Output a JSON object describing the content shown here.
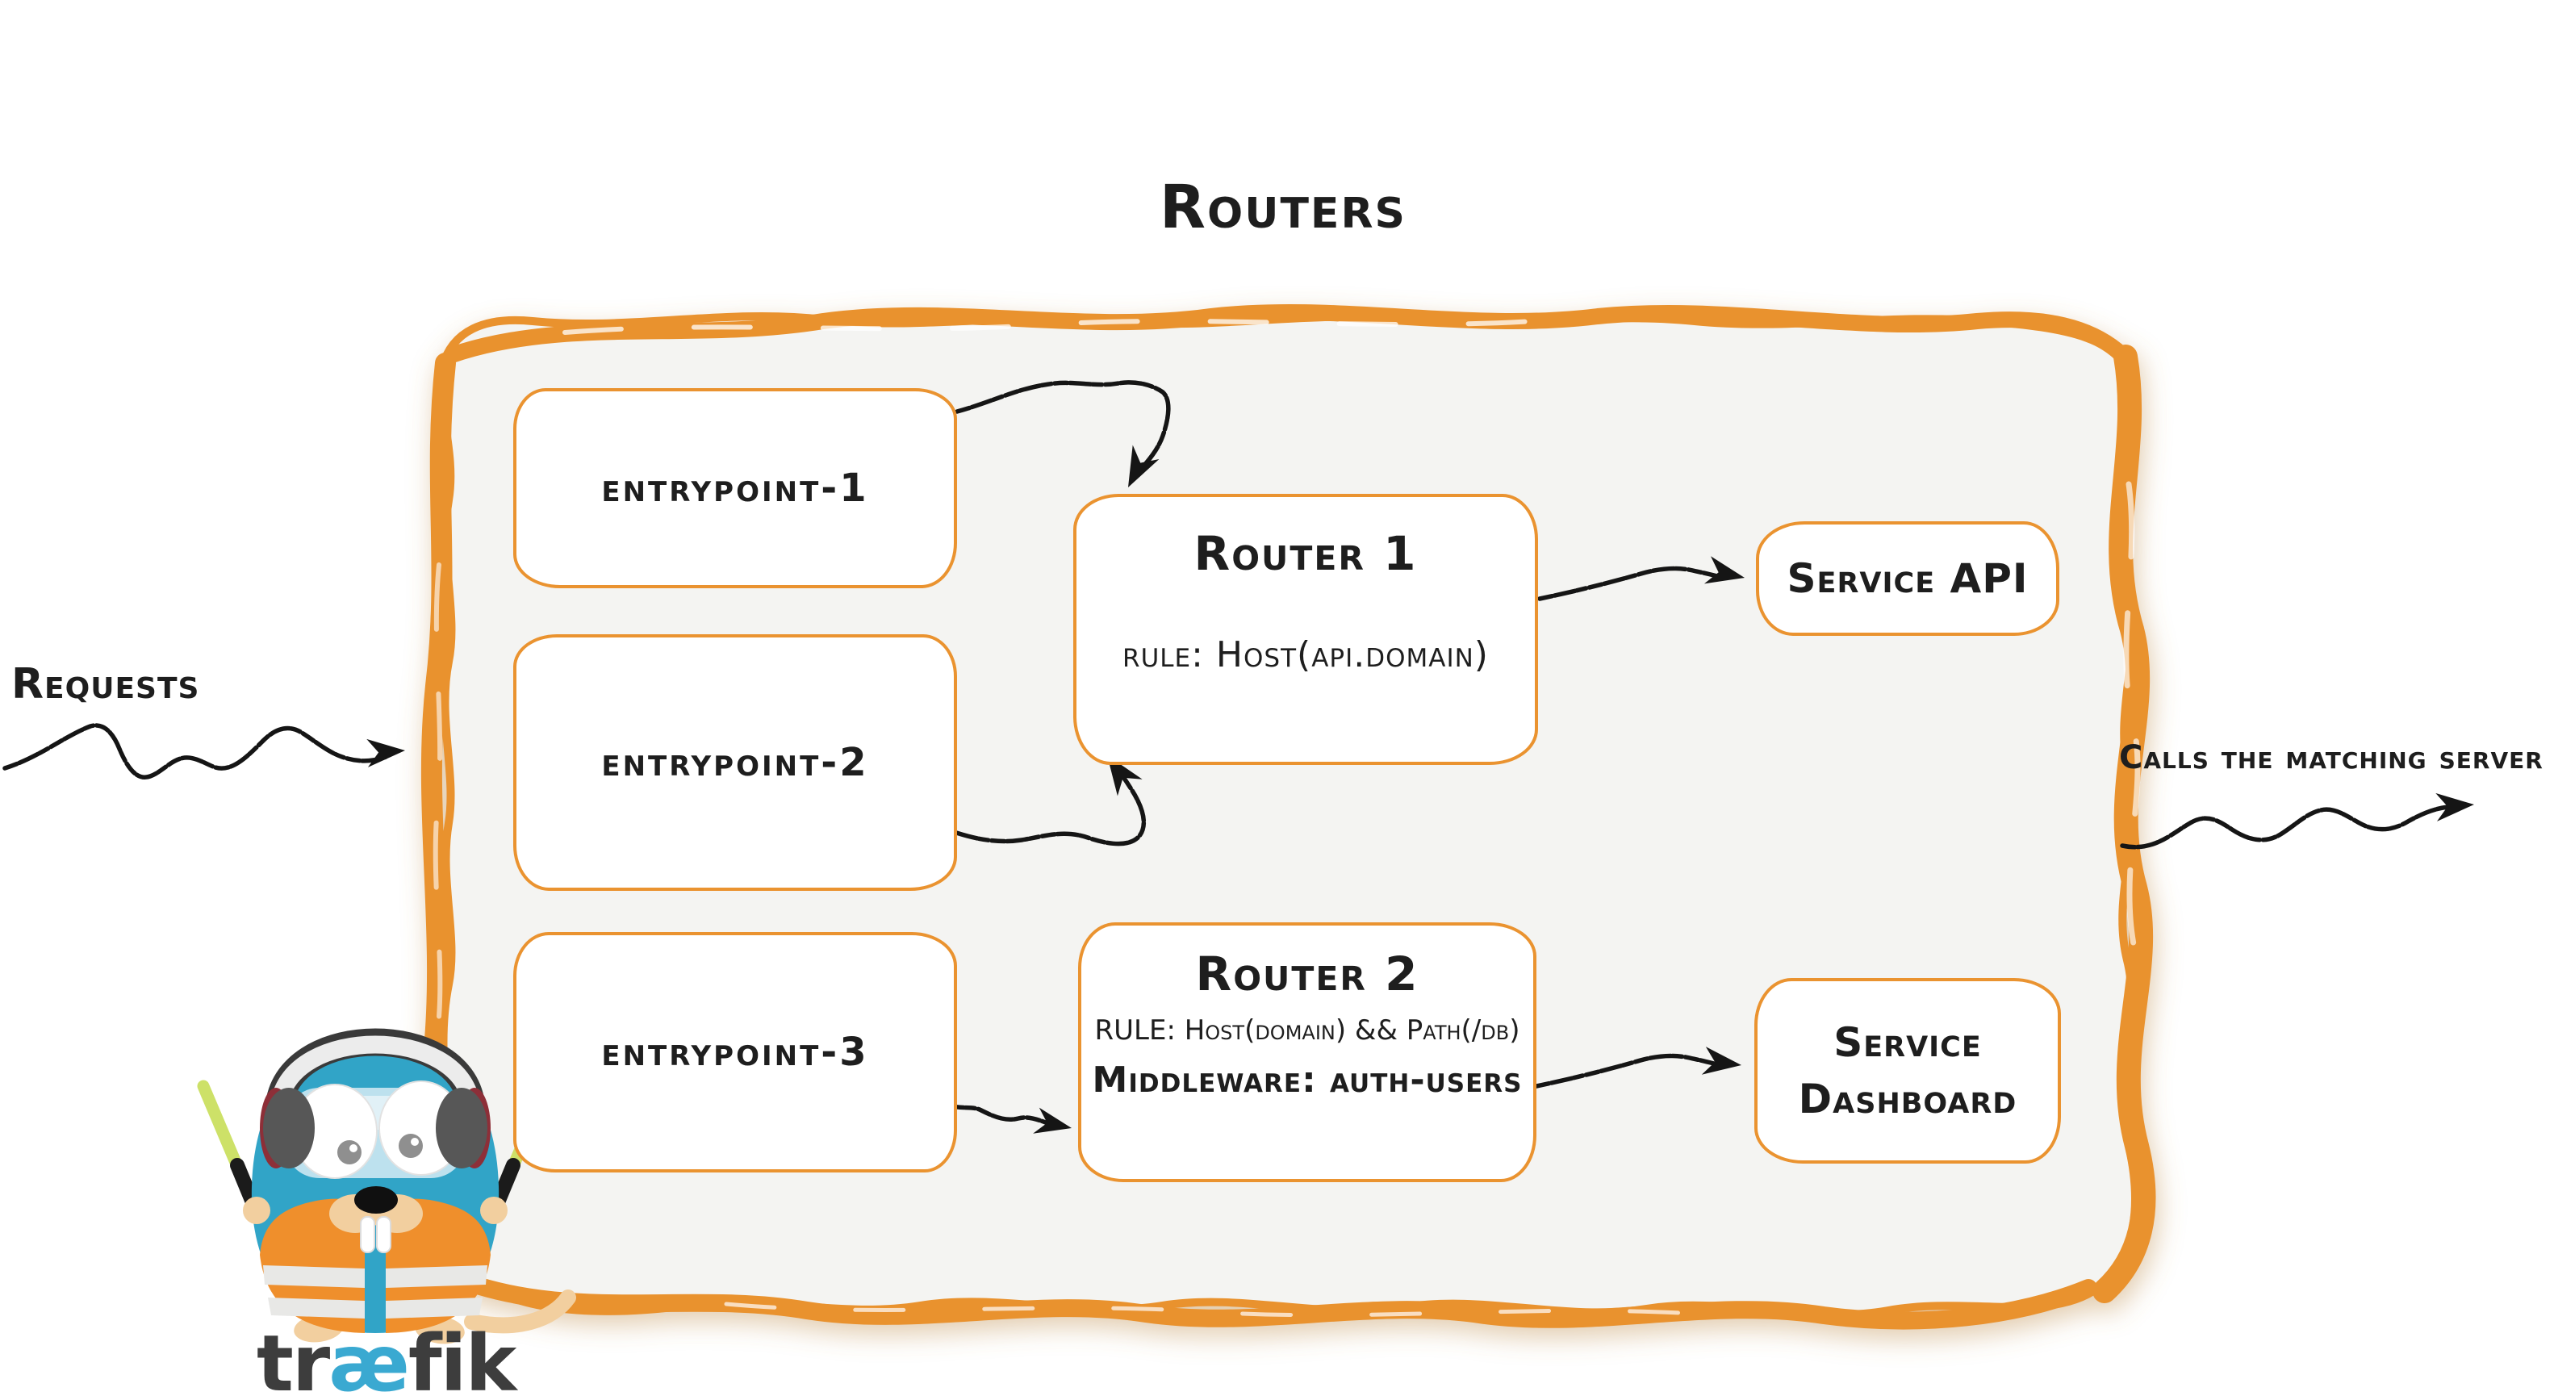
{
  "diagram": {
    "title": "Routers",
    "requests_label": "Requests",
    "calls_label": "Calls the matching server",
    "entrypoints": [
      {
        "label": "entrypoint-1"
      },
      {
        "label": "entrypoint-2"
      },
      {
        "label": "entrypoint-3"
      }
    ],
    "routers": [
      {
        "name": "Router 1",
        "rule": "rule: Host(api.domain)"
      },
      {
        "name": "Router 2",
        "rule": "RULE: Host(domain) && Path(/db)",
        "middleware": "Middleware: auth-users"
      }
    ],
    "services": [
      {
        "label": "Service API"
      },
      {
        "label": "Service Dashboard"
      }
    ],
    "connections": [
      "entrypoint-1 -> Router 1",
      "entrypoint-2 -> Router 1",
      "entrypoint-3 -> Router 2",
      "Router 1 -> Service API",
      "Router 2 -> Service Dashboard",
      "Requests -> routers container",
      "routers container -> Calls the matching server"
    ],
    "logo": {
      "pre": "tr",
      "ae": "æ",
      "post": "fik",
      "mascot": "traefik gopher"
    },
    "colors": {
      "accent_orange": "#ea9330",
      "panel_gray": "#f4f4f2",
      "ink": "#1e1e1e",
      "gopher_blue": "#31a4c7",
      "baton_green": "#cde168",
      "wordmark_dark": "#3d3d3d",
      "wordmark_blue": "#3aa9d1"
    }
  }
}
